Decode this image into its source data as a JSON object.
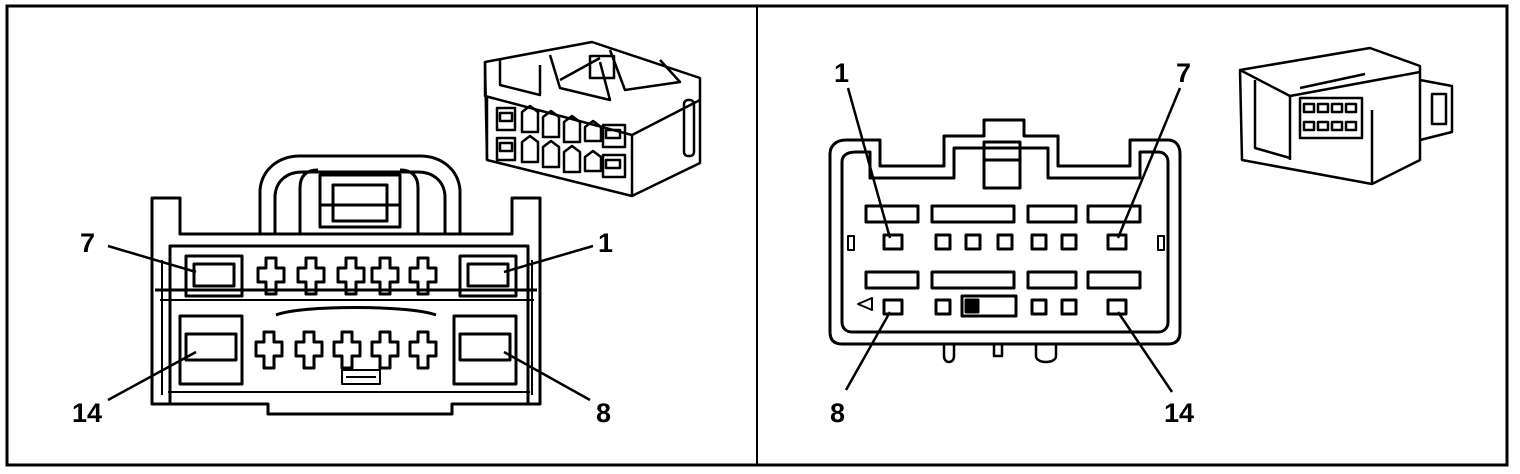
{
  "left_panel": {
    "pin_labels": {
      "top_left": "7",
      "top_right": "1",
      "bottom_left": "14",
      "bottom_right": "8"
    }
  },
  "right_panel": {
    "pin_labels": {
      "top_left": "1",
      "top_right": "7",
      "bottom_left": "8",
      "bottom_right": "14"
    }
  }
}
